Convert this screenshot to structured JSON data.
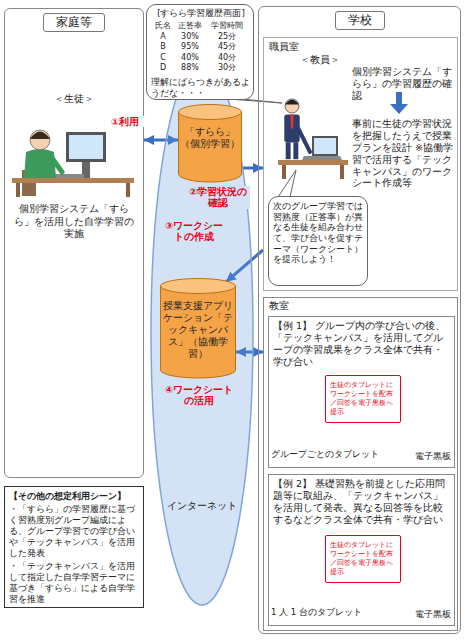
{
  "diagram": {
    "nodes": [
      {
        "text": [
          "家庭等",
          "＜生徒＞",
          "個別学習システム「すらら」を活用した自学学習の実施"
        ]
      },
      {
        "text": [
          "【その他の想定利用シーン】",
          "・「すらら」の学習履歴に基づく習熟度別グループ編成による、グループ学習での学び合いや「テックキャンパス」を活用した発表",
          "・「テックキャンパス」を活用して指定した自学学習テーマに基づき「すらら」による自学学習を推進"
        ]
      },
      {
        "text": [
          "[すらら学習履歴画面]",
          "氏名",
          "正答率",
          "学習時間",
          "A",
          "30%",
          "25分",
          "B",
          "95%",
          "45分",
          "C",
          "40%",
          "40分",
          "D",
          "88%",
          "30分",
          "理解にばらつきがあるようだな・・・"
        ]
      },
      {
        "text": [
          "インターネット"
        ]
      },
      {
        "text": [
          "「すらら」（個別学習）"
        ],
        "in": 3
      },
      {
        "text": [
          "授業支援アプリケーション「テックキャンパス」（協働学習）"
        ],
        "in": 3
      },
      {
        "text": [
          "学校"
        ]
      },
      {
        "text": [
          "職員室",
          "＜教員＞",
          "個別学習システム「すらら」の学習履歴の確認",
          "事前に生徒の学習状況を把握したうえで授業プランを設計 ※協働学習で活用する「テックキャンパス」のワークシート作成等"
        ],
        "in": 6
      },
      {
        "text": [
          "次のグループ学習では習熟度（正答率）が異なる生徒を組み合わせて、学び合いを促すテーマ（ワークシート）を提示しよう！"
        ],
        "in": 7
      },
      {
        "text": [
          "教室"
        ],
        "in": 6
      },
      {
        "text": [
          "【例 1】 グループ内の学び合いの後、「テックキャンパス」を活用してグループの学習成果をクラス全体で共有・学び合い",
          "グループごとのタブレット",
          "電子黒板"
        ],
        "in": 9
      },
      {
        "text": [
          "生徒のタブレットにワークシートを配布／回答を電子黒板へ提示"
        ],
        "in": 10
      },
      {
        "text": [
          "【例 2】 基礎習熟を前提とした応用問題等に取組み、「テックキャンパス」を活用して発表。異なる回答等を比較するなどクラス全体で共有・学び合い",
          "1 人 1 台のタブレット",
          "電子黒板"
        ],
        "in": 9
      },
      {
        "text": [
          "生徒のタブレットにワークシートを配布／回答を電子黒板へ提示"
        ],
        "in": 12
      }
    ],
    "edges": [
      {
        "from": 0,
        "to": 4,
        "label": "①利用",
        "arrow": "both"
      },
      {
        "from": 4,
        "to": 7,
        "label": "②学習状況の確認",
        "arrow": "to"
      },
      {
        "from": 7,
        "to": 5,
        "label": "③ワークシートの作成",
        "arrow": "to"
      },
      {
        "from": 5,
        "to": 9,
        "label": "④ワークシートの活用",
        "arrow": "both"
      }
    ]
  }
}
